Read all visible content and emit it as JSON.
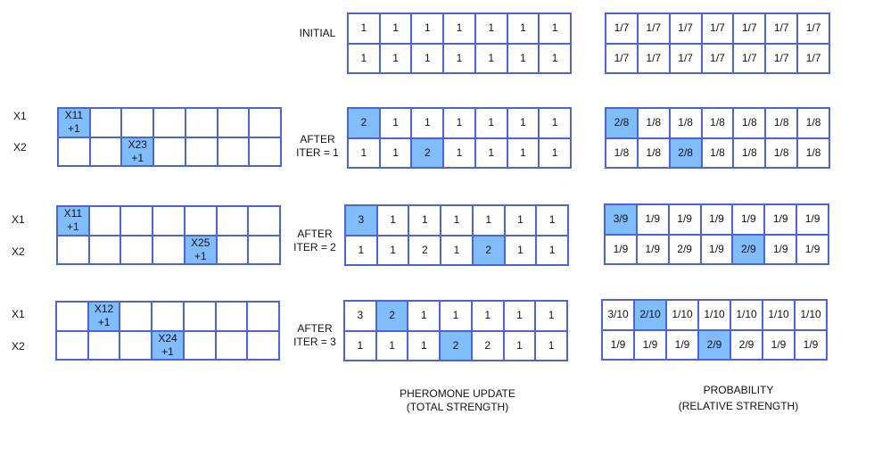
{
  "labels": {
    "initial": "INITIAL",
    "after": "AFTER",
    "iter1": "ITER = 1",
    "iter2": "ITER = 2",
    "iter3": "ITER = 3",
    "x1": "X1",
    "x2": "X2",
    "pheromone_title": "PHEROMONE UPDATE",
    "pheromone_sub": "(TOTAL STRENGTH)",
    "probability_title": "PROBABILITY",
    "probability_sub": "(RELATIVE STRENGTH)"
  },
  "colors": {
    "border": "#4a63e6",
    "highlight": "#80bdfb"
  },
  "grids": {
    "selection_1": {
      "cells": [
        [
          "X11\n+1",
          "",
          "",
          "",
          "",
          "",
          ""
        ],
        [
          "",
          "",
          "X23\n+1",
          "",
          "",
          "",
          ""
        ]
      ],
      "highlight": [
        [
          0,
          0
        ],
        [
          1,
          2
        ]
      ]
    },
    "selection_2": {
      "cells": [
        [
          "X11\n+1",
          "",
          "",
          "",
          "",
          "",
          ""
        ],
        [
          "",
          "",
          "",
          "",
          "X25\n+1",
          "",
          ""
        ]
      ],
      "highlight": [
        [
          0,
          0
        ],
        [
          1,
          4
        ]
      ]
    },
    "selection_3": {
      "cells": [
        [
          "",
          "X12\n+1",
          "",
          "",
          "",
          "",
          ""
        ],
        [
          "",
          "",
          "",
          "X24\n+1",
          "",
          "",
          ""
        ]
      ],
      "highlight": [
        [
          0,
          1
        ],
        [
          1,
          3
        ]
      ]
    },
    "pheromone_0": {
      "cells": [
        [
          "1",
          "1",
          "1",
          "1",
          "1",
          "1",
          "1"
        ],
        [
          "1",
          "1",
          "1",
          "1",
          "1",
          "1",
          "1"
        ]
      ],
      "highlight": []
    },
    "pheromone_1": {
      "cells": [
        [
          "2",
          "1",
          "1",
          "1",
          "1",
          "1",
          "1"
        ],
        [
          "1",
          "1",
          "2",
          "1",
          "1",
          "1",
          "1"
        ]
      ],
      "highlight": [
        [
          0,
          0
        ],
        [
          1,
          2
        ]
      ]
    },
    "pheromone_2": {
      "cells": [
        [
          "3",
          "1",
          "1",
          "1",
          "1",
          "1",
          "1"
        ],
        [
          "1",
          "1",
          "2",
          "1",
          "2",
          "1",
          "1"
        ]
      ],
      "highlight": [
        [
          0,
          0
        ],
        [
          1,
          4
        ]
      ]
    },
    "pheromone_3": {
      "cells": [
        [
          "3",
          "2",
          "1",
          "1",
          "1",
          "1",
          "1"
        ],
        [
          "1",
          "1",
          "1",
          "2",
          "2",
          "1",
          "1"
        ]
      ],
      "highlight": [
        [
          0,
          1
        ],
        [
          1,
          3
        ]
      ]
    },
    "probability_0": {
      "cells": [
        [
          "1/7",
          "1/7",
          "1/7",
          "1/7",
          "1/7",
          "1/7",
          "1/7"
        ],
        [
          "1/7",
          "1/7",
          "1/7",
          "1/7",
          "1/7",
          "1/7",
          "1/7"
        ]
      ],
      "highlight": []
    },
    "probability_1": {
      "cells": [
        [
          "2/8",
          "1/8",
          "1/8",
          "1/8",
          "1/8",
          "1/8",
          "1/8"
        ],
        [
          "1/8",
          "1/8",
          "2/8",
          "1/8",
          "1/8",
          "1/8",
          "1/8"
        ]
      ],
      "highlight": [
        [
          0,
          0
        ],
        [
          1,
          2
        ]
      ]
    },
    "probability_2": {
      "cells": [
        [
          "3/9",
          "1/9",
          "1/9",
          "1/9",
          "1/9",
          "1/9",
          "1/9"
        ],
        [
          "1/9",
          "1/9",
          "2/9",
          "1/9",
          "2/9",
          "1/9",
          "1/9"
        ]
      ],
      "highlight": [
        [
          0,
          0
        ],
        [
          1,
          4
        ]
      ]
    },
    "probability_3": {
      "cells": [
        [
          "3/10",
          "2/10",
          "1/10",
          "1/10",
          "1/10",
          "1/10",
          "1/10"
        ],
        [
          "1/9",
          "1/9",
          "1/9",
          "2/9",
          "2/9",
          "1/9",
          "1/9"
        ]
      ],
      "highlight": [
        [
          0,
          1
        ],
        [
          1,
          3
        ]
      ]
    }
  }
}
